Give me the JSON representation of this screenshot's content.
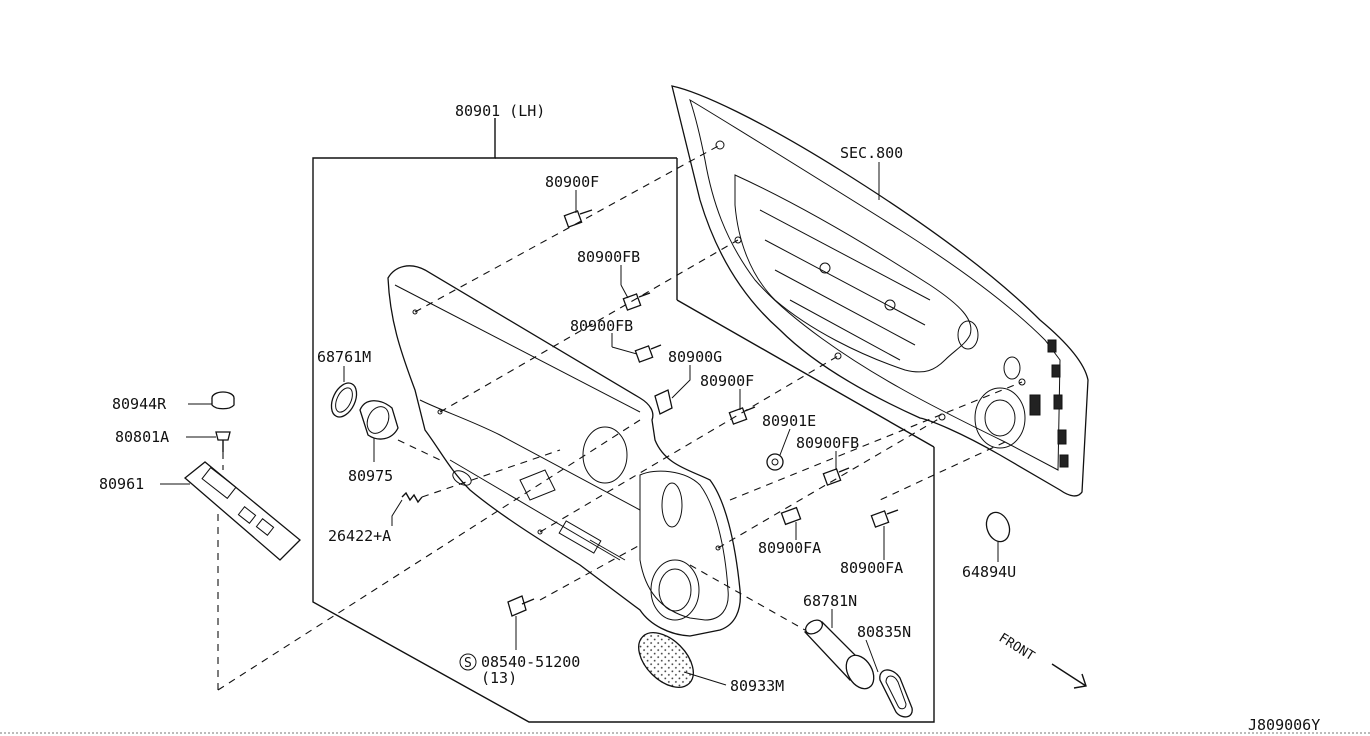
{
  "diagram_id": "J809006Y",
  "front_label": "FRONT",
  "labels": {
    "assembly": "80901 (LH)",
    "sec": "SEC.800",
    "p80900F_top": "80900F",
    "p80900FB_1": "80900FB",
    "p80900FB_2": "80900FB",
    "p80900G": "80900G",
    "p80900F_mid": "80900F",
    "p80901E": "80901E",
    "p80900FB_3": "80900FB",
    "p80900FA_1": "80900FA",
    "p80900FA_2": "80900FA",
    "p68761M": "68761M",
    "p80975": "80975",
    "p26422A": "26422+A",
    "p80944R": "80944R",
    "p80801A": "80801A",
    "p80961": "80961",
    "p64894U": "64894U",
    "p68781N": "68781N",
    "p80835N": "80835N",
    "p80933M": "80933M",
    "screw": "08540-51200",
    "screw_qty": "(13)",
    "screw_symbol": "S"
  }
}
